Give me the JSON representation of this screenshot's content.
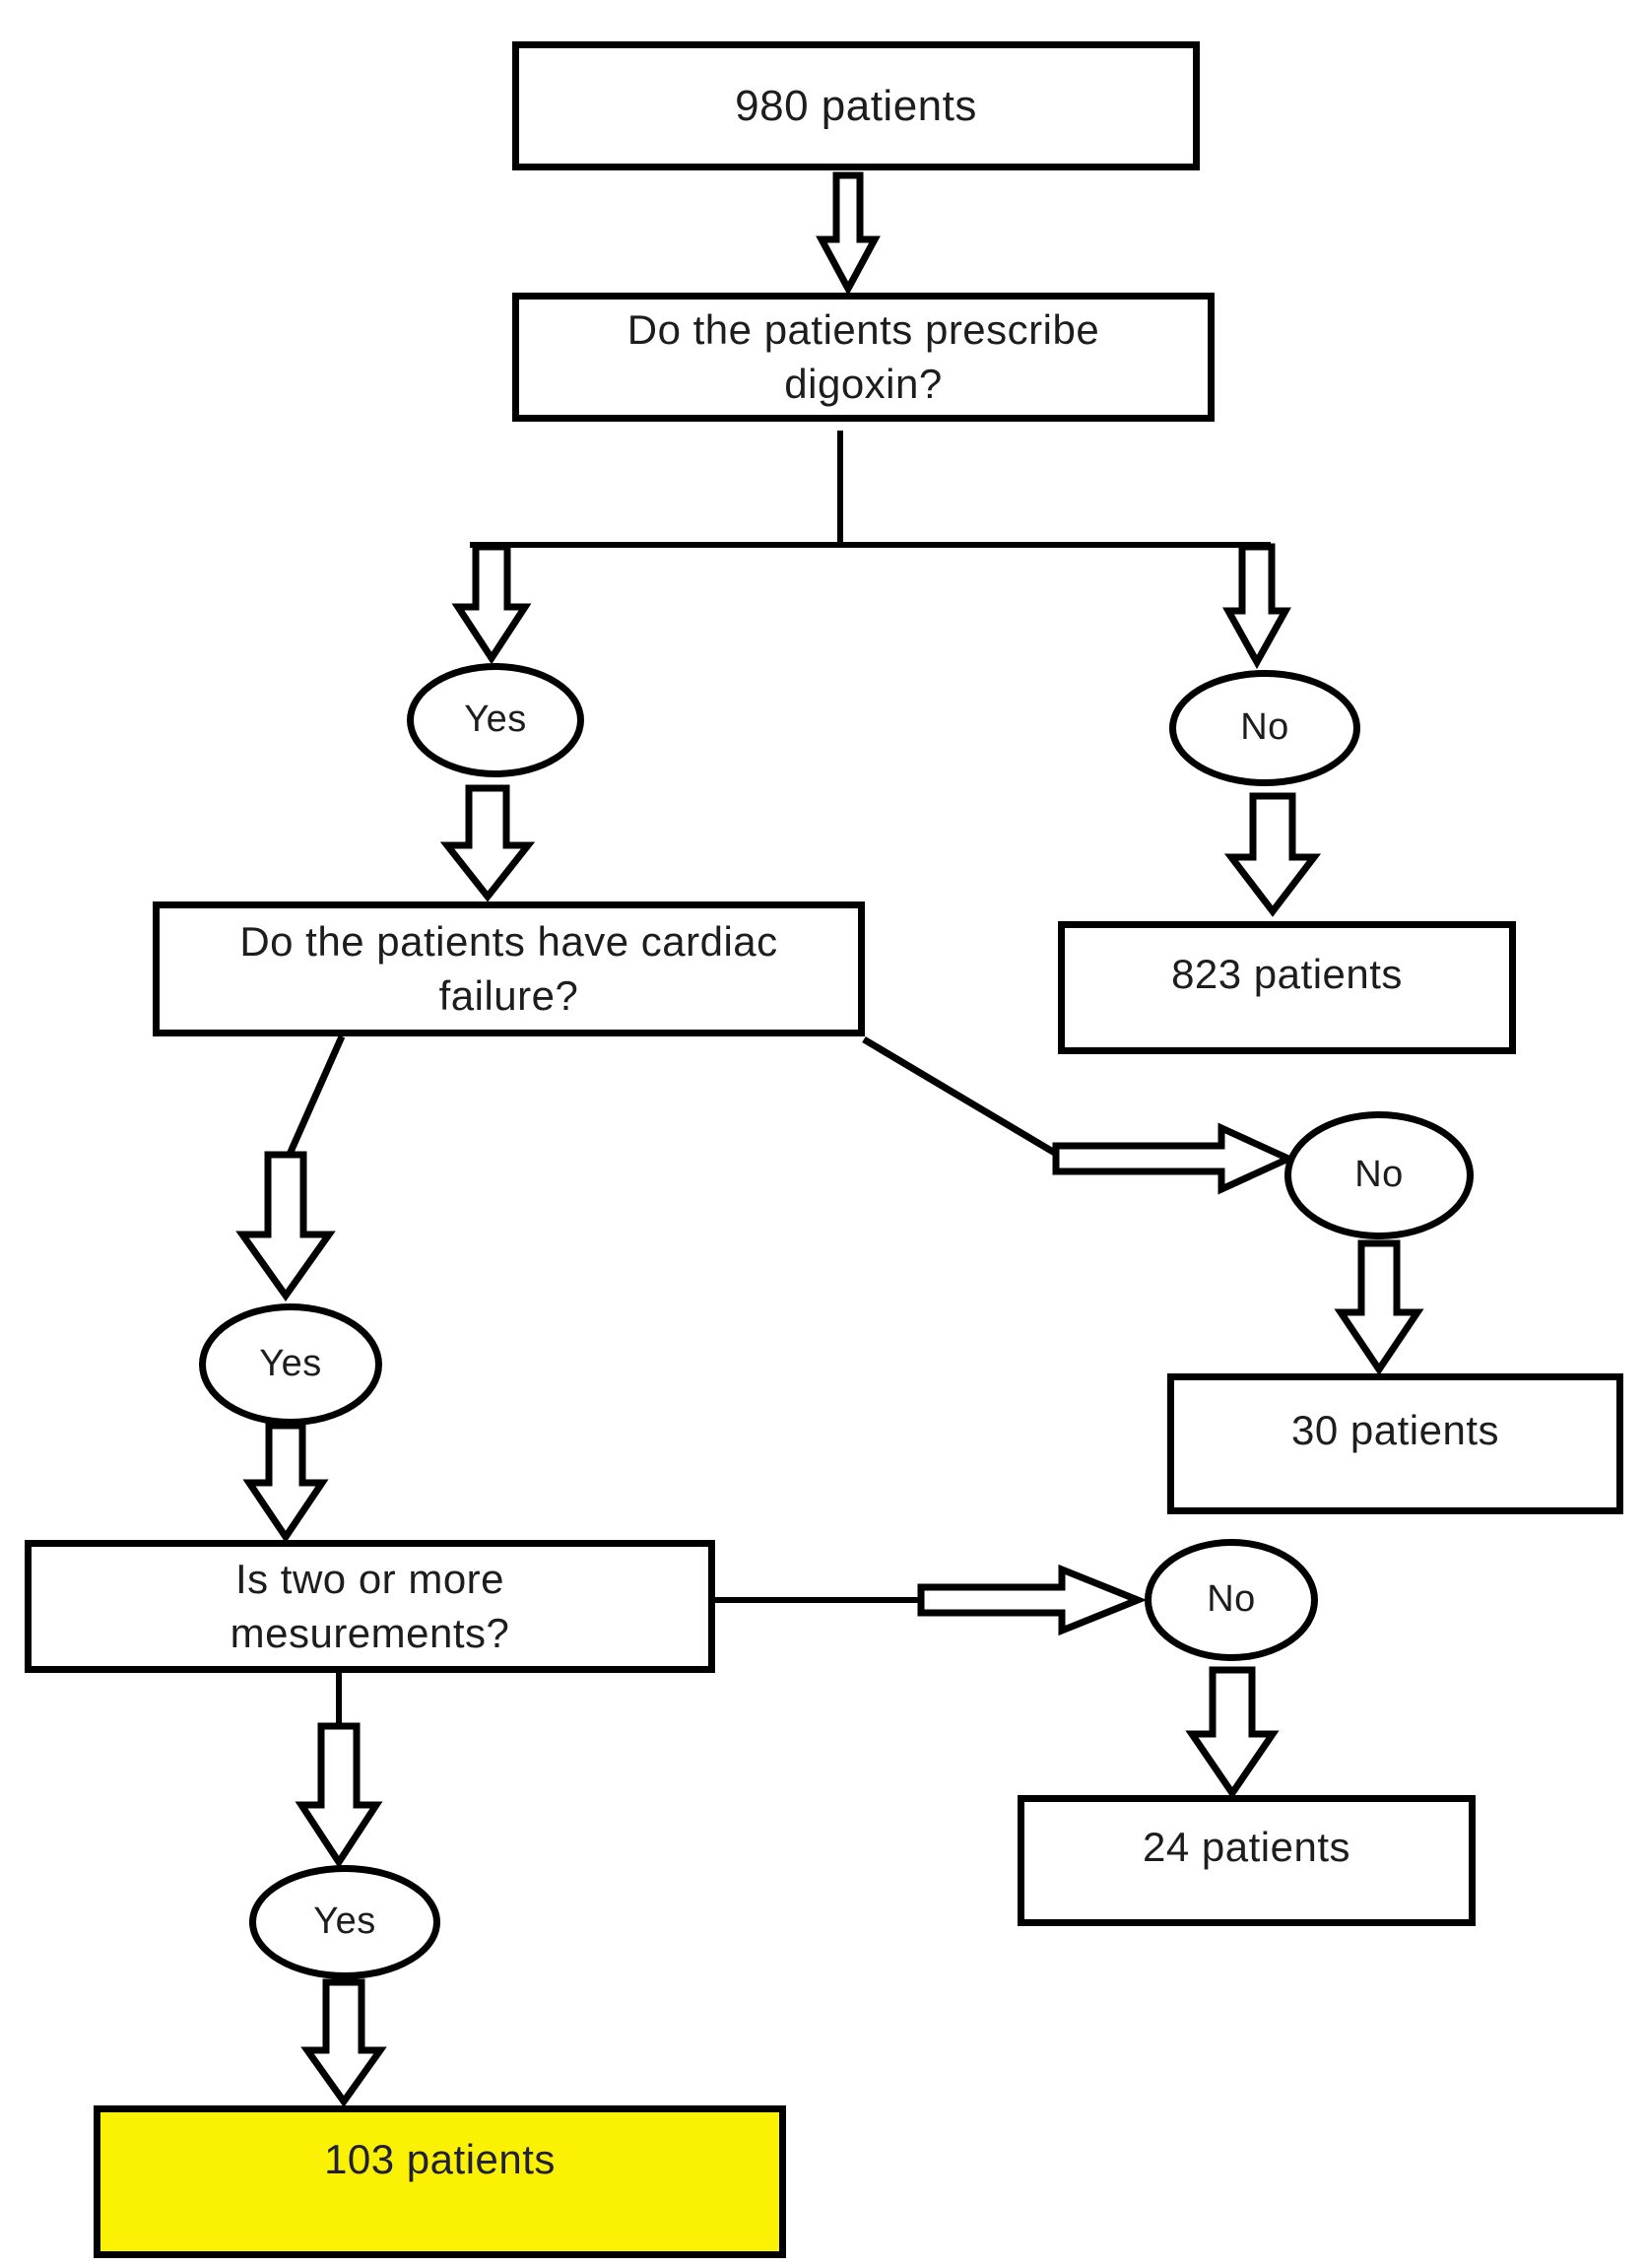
{
  "nodes": {
    "box_980": {
      "label": "980 patients"
    },
    "box_digoxin": {
      "label": "Do the patients prescribe digoxin?"
    },
    "ellipse_yes_1": {
      "label": "Yes"
    },
    "ellipse_no_1": {
      "label": "No"
    },
    "box_cardiac": {
      "label": "Do the patients have cardiac failure?"
    },
    "box_823": {
      "label": "823 patients"
    },
    "ellipse_yes_2": {
      "label": "Yes"
    },
    "ellipse_no_2": {
      "label": "No"
    },
    "box_30": {
      "label": "30 patients"
    },
    "box_mesurements": {
      "label": "Is two or more mesurements?"
    },
    "ellipse_no_3": {
      "label": "No"
    },
    "box_24": {
      "label": "24 patients"
    },
    "ellipse_yes_3": {
      "label": "Yes"
    },
    "box_103": {
      "label": "103 patients"
    }
  },
  "colors": {
    "line": "#000000",
    "node_fill": "#ffffff",
    "highlight_fill": "#fbf102",
    "text": "#1d1d1d",
    "highlight_text": "#20203a"
  }
}
